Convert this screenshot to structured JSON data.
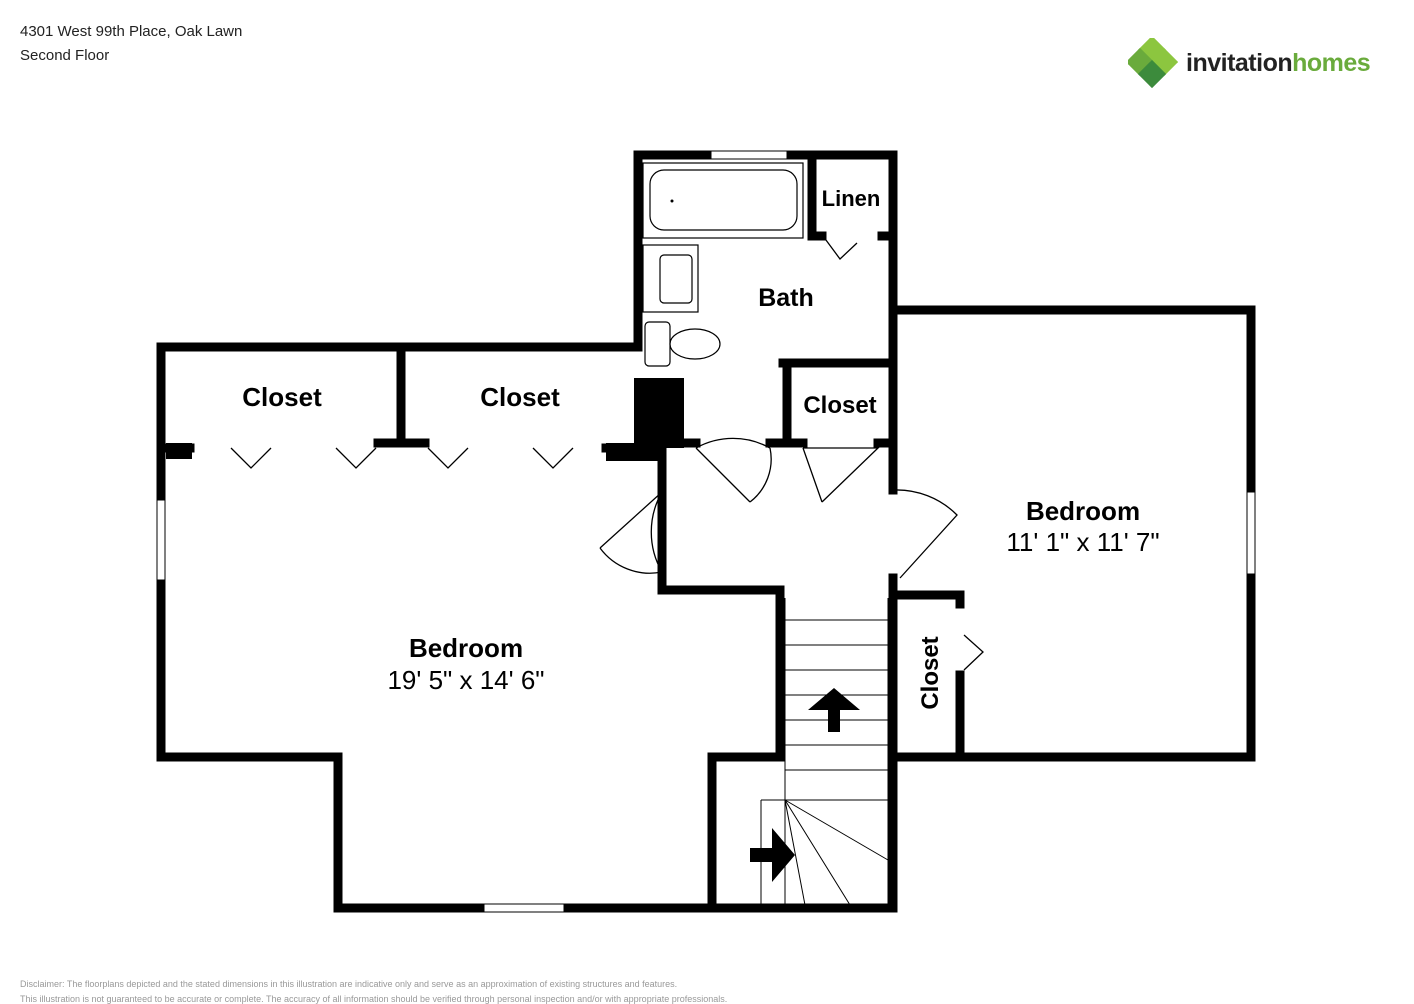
{
  "header": {
    "address": "4301 West 99th Place, Oak Lawn",
    "floor": "Second Floor"
  },
  "logo": {
    "text_part1": "invitation",
    "text_part2": "homes",
    "colors": {
      "dark": "#222222",
      "green": "#6aab3c",
      "mark_light": "#8cc63f",
      "mark_dark": "#3c8b3c"
    }
  },
  "rooms": {
    "bath": "Bath",
    "linen": "Linen",
    "closet1": "Closet",
    "closet2": "Closet",
    "closet3": "Closet",
    "closet4": "Closet",
    "bedroom_left": {
      "name": "Bedroom",
      "dims": "19' 5\" x 14' 6\""
    },
    "bedroom_right": {
      "name": "Bedroom",
      "dims": "11' 1\" x 11' 7\""
    }
  },
  "disclaimer": {
    "line1": "Disclaimer: The floorplans depicted and the stated dimensions in this illustration are indicative only and serve as an approximation of existing structures and features.",
    "line2": "This illustration is not guaranteed to be accurate or complete. The accuracy of all information should be verified through personal inspection and/or with appropriate professionals."
  }
}
